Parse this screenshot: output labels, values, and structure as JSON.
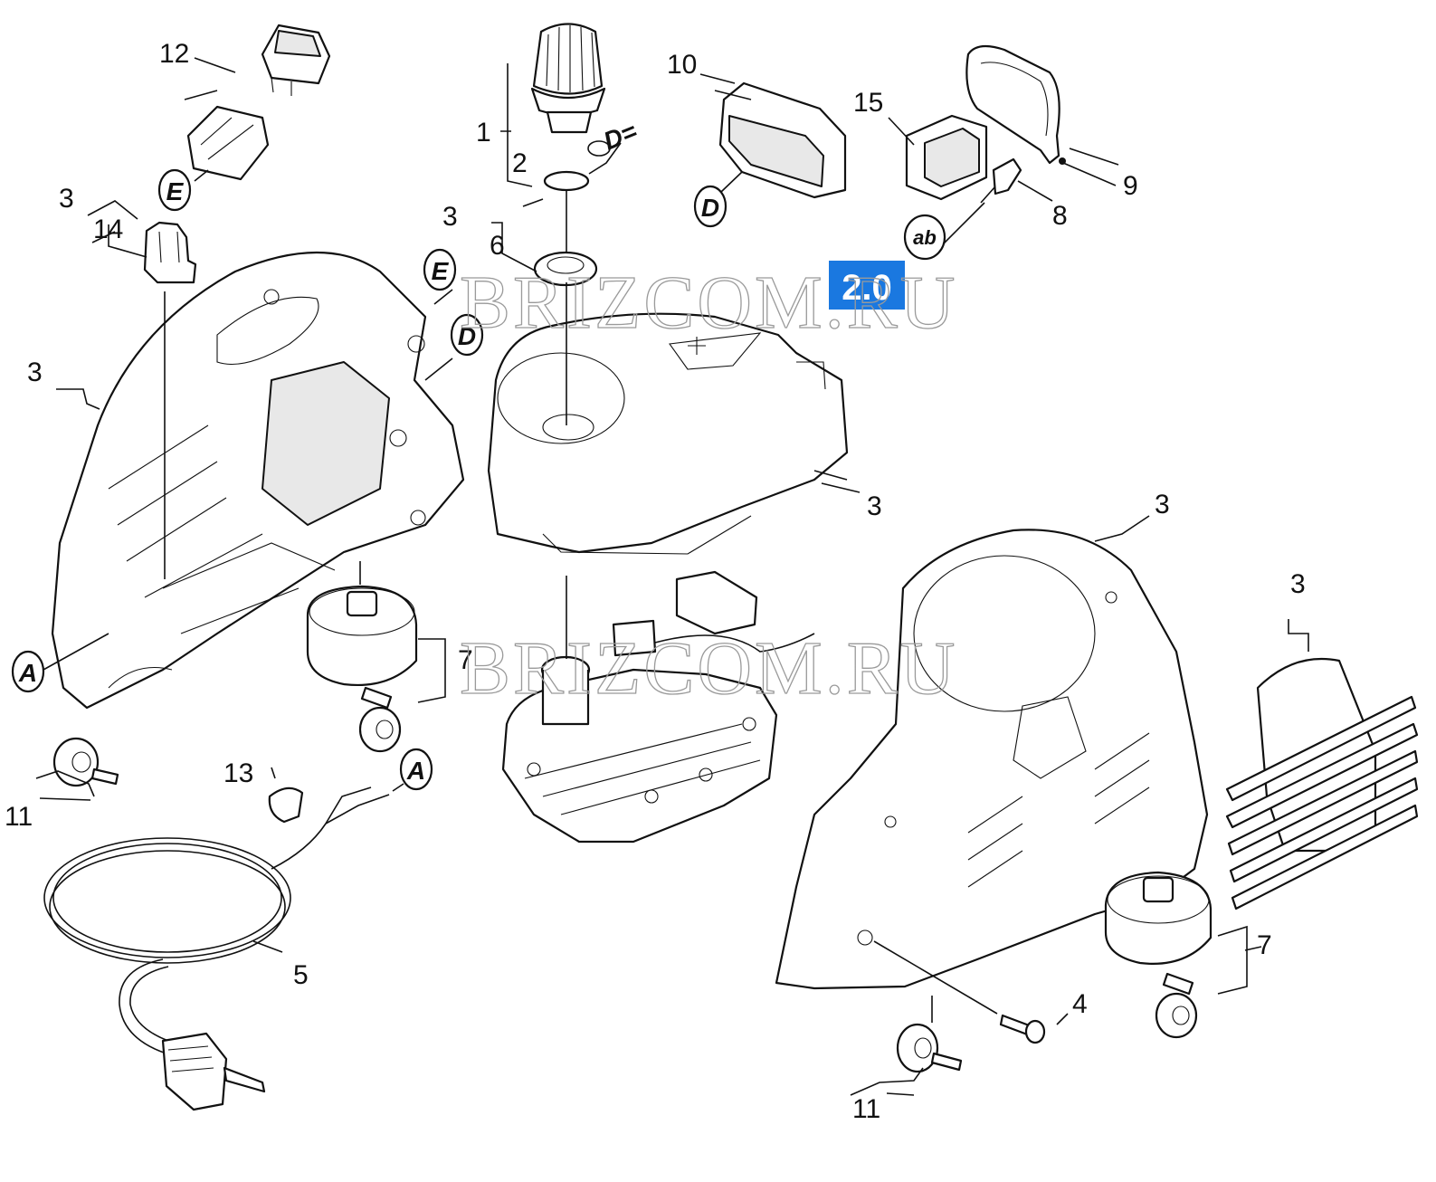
{
  "diagram": {
    "callouts": {
      "c1": "1",
      "c2": "2",
      "c3_knob": "3",
      "c6": "6",
      "c10": "10",
      "c15": "15",
      "c9": "9",
      "c8": "8",
      "c12": "12",
      "c3_clip": "3",
      "c14": "14",
      "c3_left": "3",
      "c3_cover": "3",
      "c3_right": "3",
      "c3_grille": "3",
      "c7_left": "7",
      "c11_left": "11",
      "c13": "13",
      "c5": "5",
      "c7_right": "7",
      "c4": "4",
      "c11_right": "11"
    },
    "connectors": {
      "e_top": "E",
      "e_housing": "E",
      "d_housing": "D",
      "d_top": "D",
      "a_housing": "A",
      "a_cable": "A",
      "ab": "ab"
    },
    "dimension_label": "D=",
    "badge": {
      "text": "2.0",
      "color": "#1a78e0"
    },
    "watermark": {
      "text": "BRIZCOM.RU"
    }
  }
}
